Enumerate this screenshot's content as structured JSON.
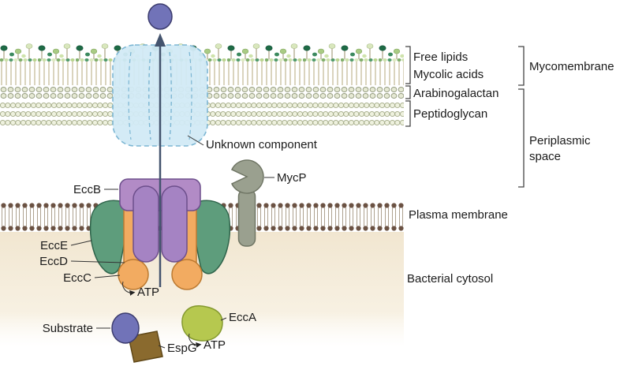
{
  "layers": {
    "free_lipids": "Free lipids",
    "mycolic_acids": "Mycolic acids",
    "arabinogalactan": "Arabinogalactan",
    "peptidoglycan": "Peptidoglycan",
    "mycomembrane": "Mycomembrane",
    "periplasmic_line1": "Periplasmic",
    "periplasmic_line2": "space",
    "plasma_membrane": "Plasma membrane",
    "bacterial_cytosol": "Bacterial cytosol"
  },
  "components": {
    "unknown_component": "Unknown component",
    "mycp": "MycP",
    "eccb": "EccB",
    "ecce": "EccE",
    "eccd": "EccD",
    "eccc": "EccC",
    "atp_eccc": "ATP",
    "substrate": "Substrate",
    "espg": "EspG",
    "ecca": "EccA",
    "atp_ecca": "ATP"
  },
  "colors": {
    "membrane_head_brown": "#6b5243",
    "channel_blue": "#d2eaf5",
    "channel_edge_blue": "#7cb6d3",
    "eccb_purple": "#b28bc6",
    "inner_purple": "#a583c3",
    "ecce_green": "#5e9d7c",
    "eccc_orange": "#f2ab61",
    "mycp_gray": "#9aa08f",
    "substrate_blue": "#7173b8",
    "espg_brown": "#8a6a2e",
    "ecca_green": "#b6c84f",
    "cytosol_beige": "#f1e6d0",
    "arrow_slate": "#44546e"
  }
}
